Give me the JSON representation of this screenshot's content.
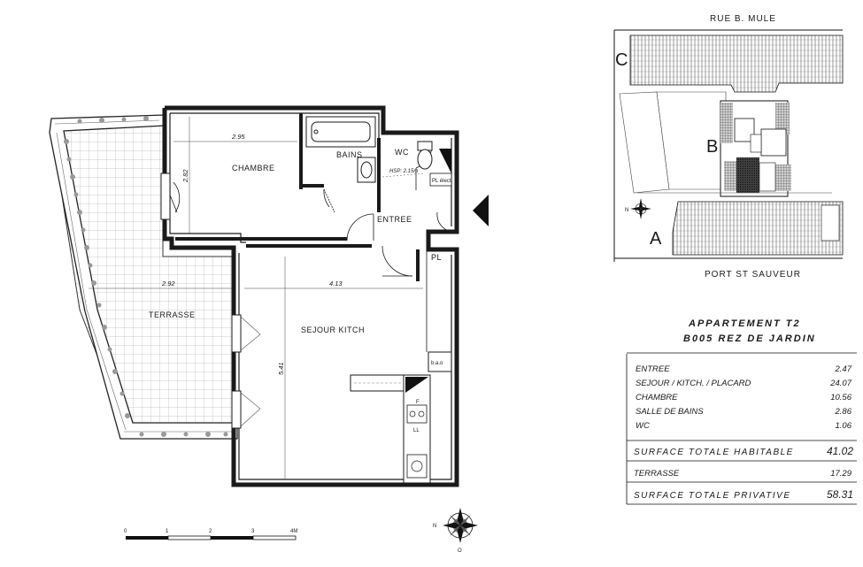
{
  "plan": {
    "rooms": {
      "chambre": "CHAMBRE",
      "bains": "BAINS",
      "wc": "WC",
      "entree": "ENTREE",
      "sejour": "SEJOUR KITCH",
      "terrasse": "TERRASSE",
      "pl": "PL"
    },
    "dims": {
      "chambre_w": "2.95",
      "chambre_h": "2.82",
      "sejour_w": "4.13",
      "sejour_h": "5.41",
      "terrasse_w": "2.92"
    },
    "wc_hsp": "HSP: 2.15m",
    "pl_elect": "PL élect.",
    "bao": "b.a.o",
    "kitchen_f": "F",
    "kitchen_ll": "LL",
    "scale": {
      "ticks": [
        "0",
        "1",
        "2",
        "3",
        "4M"
      ]
    },
    "compass": {
      "n": "N",
      "o": "O"
    }
  },
  "site": {
    "street_top": "RUE B. MULE",
    "street_bottom": "PORT ST SAUVEUR",
    "building_a": "A",
    "building_b": "B",
    "building_c": "C",
    "compass_n": "N"
  },
  "info": {
    "title": "APPARTEMENT  T2",
    "subtitle": "B005   REZ DE JARDIN",
    "rows": [
      {
        "label": "ENTREE",
        "value": "2.47"
      },
      {
        "label": "SEJOUR / KITCH. / PLACARD",
        "value": "24.07"
      },
      {
        "label": "CHAMBRE",
        "value": "10.56"
      },
      {
        "label": "SALLE DE BAINS",
        "value": "2.86"
      },
      {
        "label": "WC",
        "value": "1.06"
      }
    ],
    "total_habitable": {
      "label": "SURFACE TOTALE HABITABLE",
      "value": "41.02"
    },
    "terrasse": {
      "label": "TERRASSE",
      "value": "17.29"
    },
    "total_privative": {
      "label": "SURFACE TOTALE PRIVATIVE",
      "value": "58.31"
    }
  }
}
